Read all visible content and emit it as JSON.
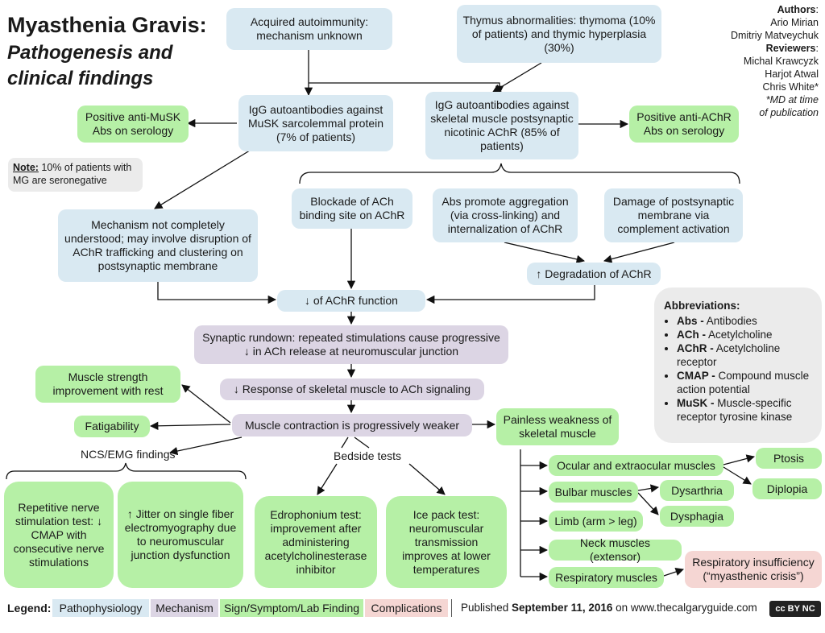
{
  "header": {
    "title": "Myasthenia Gravis:",
    "subtitle_line1": "Pathogenesis and",
    "subtitle_line2": "clinical findings"
  },
  "authors": {
    "authors_label": "Authors",
    "authors_colon": ":",
    "author1": "Ario Mirian",
    "author2": "Dmitriy Matveychuk",
    "reviewers_label": "Reviewers",
    "reviewers_colon": ":",
    "reviewer1": "Michal Krawcyzk",
    "reviewer2": "Harjot Atwal",
    "reviewer3": "Chris White*",
    "note1": "*MD at time",
    "note2": "of publication"
  },
  "nodes": {
    "acquired": "Acquired autoimmunity: mechanism unknown",
    "thymus": "Thymus abnormalities: thymoma (10% of patients) and thymic hyperplasia (30%)",
    "musk_igg": "IgG autoantibodies against MuSK sarcolemmal protein (7% of patients)",
    "achr_igg": "IgG autoantibodies against skeletal muscle postsynaptic nicotinic AChR (85% of patients)",
    "pos_musk": "Positive anti-MuSK Abs on serology",
    "pos_achr": "Positive anti-AChR Abs on serology",
    "mech_unknown": "Mechanism not completely understood; may involve disruption of AChR trafficking and clustering on postsynaptic membrane",
    "blockade": "Blockade of ACh binding site on AChR",
    "aggregation": "Abs promote aggregation (via cross-linking) and internalization of AChR",
    "damage": "Damage of postsynaptic membrane via complement activation",
    "degradation": "↑ Degradation of AChR",
    "achr_function": "↓ of AChR function",
    "rundown": "Synaptic rundown: repeated stimulations cause progressive ↓ in ACh release at neuromuscular junction",
    "response": "↓ Response of skeletal muscle to ACh signaling",
    "contraction": "Muscle contraction is progressively weaker",
    "strength": "Muscle strength improvement with rest",
    "fatigability": "Fatigability",
    "painless": "Painless weakness of skeletal muscle",
    "ncs_label": "NCS/EMG findings",
    "bedside_label": "Bedside tests",
    "repetitive": "Repetitive nerve stimulation test: ↓ CMAP with consecutive nerve stimulations",
    "jitter": "↑ Jitter on single fiber electromyography due to neuromuscular junction dysfunction",
    "edrophonium": "Edrophonium test: improvement after administering acetylcholinesterase inhibitor",
    "icepack": "Ice pack test: neuromuscular transmission improves at lower temperatures",
    "ocular": "Ocular and extraocular muscles",
    "bulbar": "Bulbar muscles",
    "limb": "Limb (arm > leg)",
    "neck": "Neck muscles (extensor)",
    "respiratory": "Respiratory muscles",
    "ptosis": "Ptosis",
    "diplopia": "Diplopia",
    "dysarthria": "Dysarthria",
    "dysphagia": "Dysphagia",
    "resp_insuff": "Respiratory insufficiency (“myasthenic crisis”)"
  },
  "note": {
    "label": "Note:",
    "text": " 10% of patients with MG are seronegative"
  },
  "abbreviations": {
    "heading": "Abbreviations:",
    "items": [
      {
        "key": "Abs -",
        "value": " Antibodies"
      },
      {
        "key": "ACh -",
        "value": " Acetylcholine"
      },
      {
        "key": "AChR -",
        "value": " Acetylcholine receptor"
      },
      {
        "key": "CMAP -",
        "value": " Compound muscle action potential"
      },
      {
        "key": "MuSK -",
        "value": " Muscle-specific receptor tyrosine kinase"
      }
    ]
  },
  "legend": {
    "label": "Legend:",
    "items": [
      {
        "label": "Pathophysiology",
        "color": "#d9e9f2"
      },
      {
        "label": "Mechanism",
        "color": "#dcd5e4"
      },
      {
        "label": "Sign/Symptom/Lab Finding",
        "color": "#b6f0a6"
      },
      {
        "label": "Complications",
        "color": "#f5d6d3"
      }
    ],
    "published_prefix": "Published ",
    "published_date": "September 11, 2016",
    "published_suffix": " on www.thecalgaryguide.com",
    "license": "cc BY NC SA"
  },
  "colors": {
    "pathophysiology": "#d9e9f2",
    "mechanism": "#dcd5e4",
    "sign": "#b6f0a6",
    "complication": "#f5d6d3"
  }
}
